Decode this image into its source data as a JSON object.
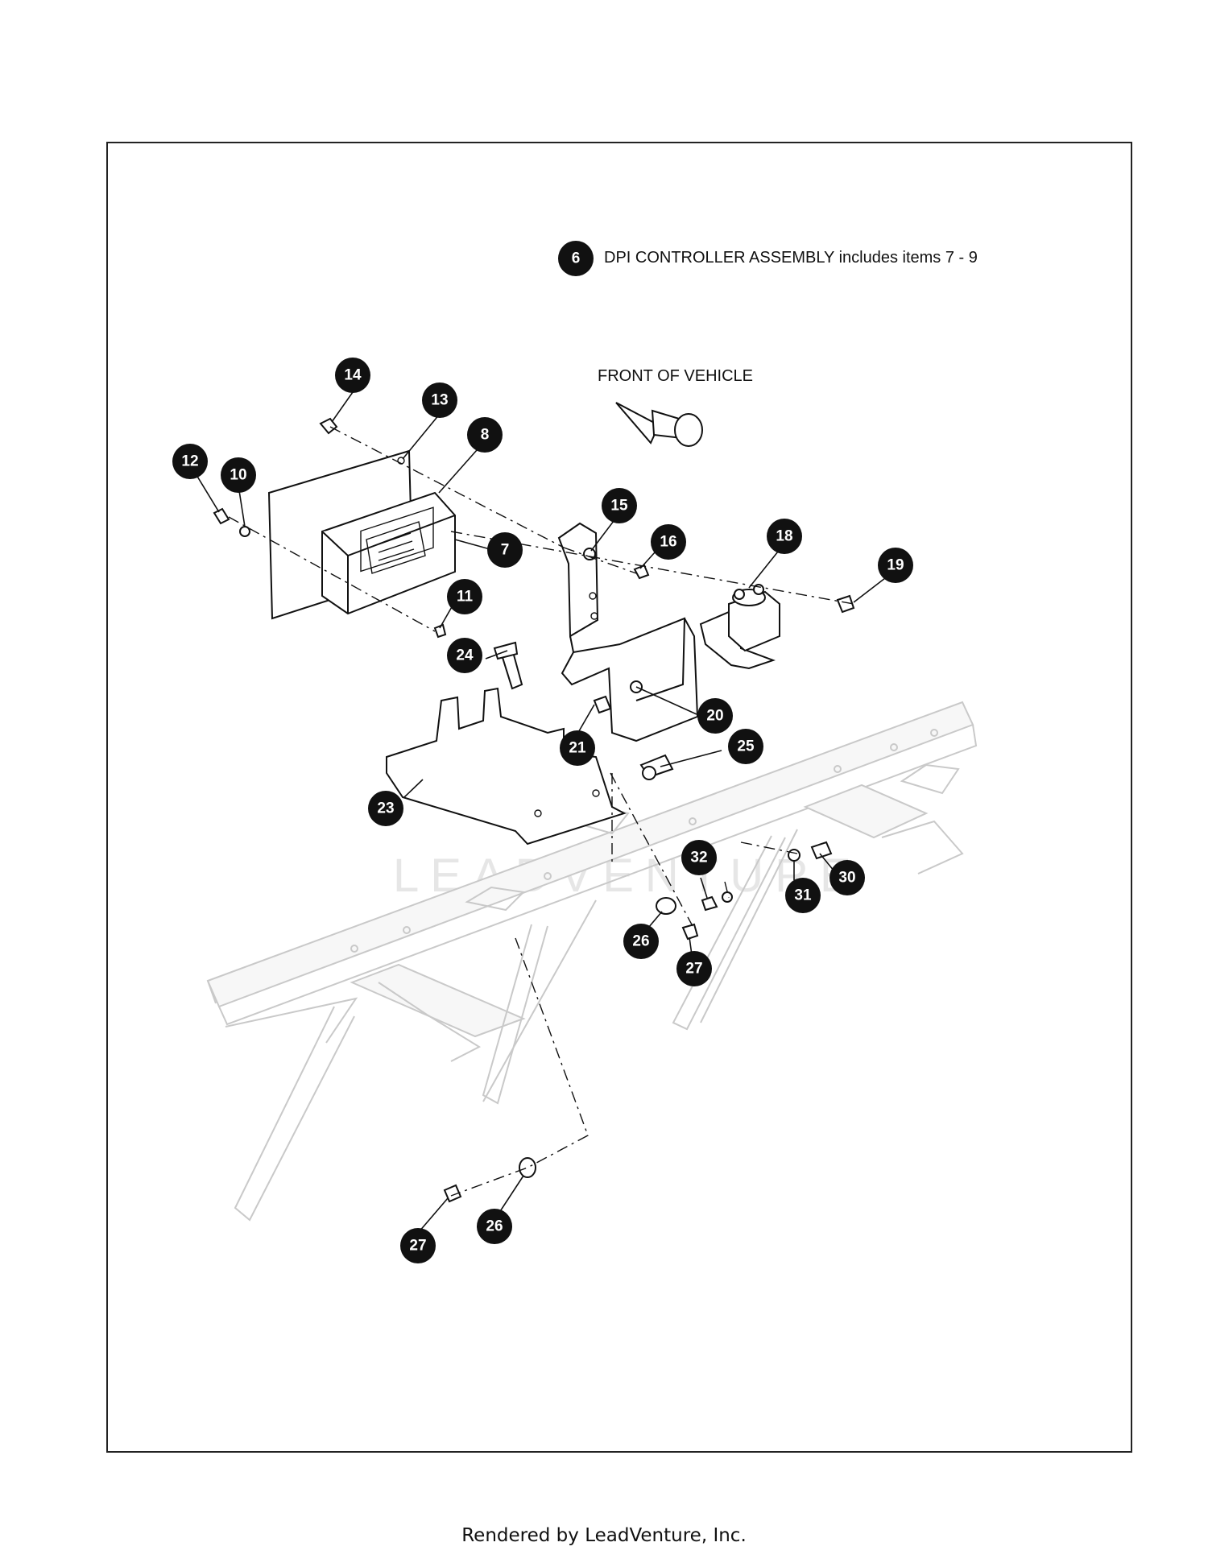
{
  "assembly_note": {
    "item": "6",
    "text": "DPI CONTROLLER ASSEMBLY includes items 7 - 9"
  },
  "direction_label": "FRONT OF VEHICLE",
  "watermark": "LEADVENTURE",
  "footer": "Rendered by LeadVenture, Inc.",
  "callouts": [
    "14",
    "13",
    "8",
    "12",
    "10",
    "7",
    "11",
    "15",
    "16",
    "18",
    "19",
    "24",
    "20",
    "21",
    "25",
    "23",
    "32",
    "31",
    "30",
    "26",
    "27",
    "26",
    "27"
  ]
}
